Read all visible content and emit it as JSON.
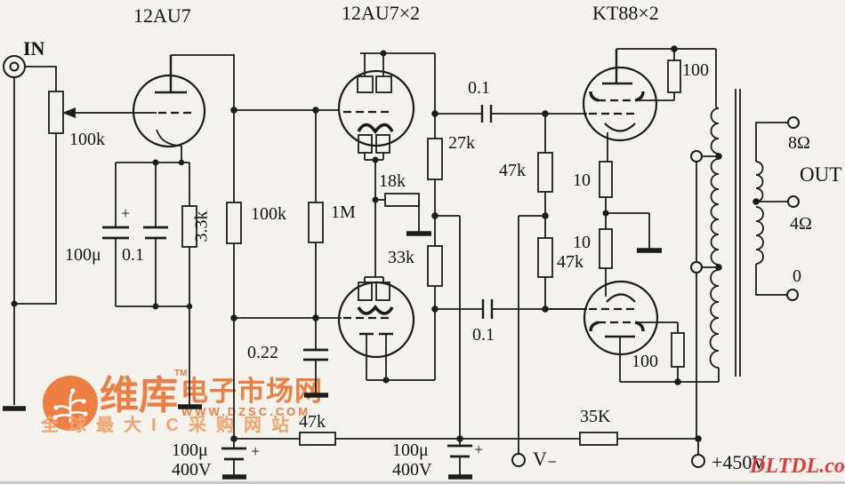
{
  "colors": {
    "background": "#f3f2ec",
    "line": "#1c1c1c",
    "watermark_orange": "#ee7e42",
    "watermark_light_orange": "#f2a36e",
    "watermark_red": "#e03b3b"
  },
  "labels": {
    "tube1": "12AU7",
    "tube2": "12AU7×2",
    "tube3": "KT88×2",
    "input": "IN",
    "output": "OUT",
    "pot": "100k",
    "cath_cap": "100μ",
    "cath_cap2": "0.1",
    "cath_res": "3.3k",
    "plate_res": "100k",
    "grid_res": "1M",
    "res_18k": "18k",
    "res_33k": "33k",
    "res_27k": "27k",
    "cap_01_top": "0.1",
    "cap_01_bot": "0.1",
    "res_47k_a": "47k",
    "res_47k_b": "47k",
    "res_10_a": "10",
    "res_10_b": "10",
    "res_100_a": "100",
    "res_100_b": "100",
    "cap_022": "0.22",
    "res_47k_rail": "47k",
    "res_35k": "35K",
    "filt1_uf": "100μ",
    "filt1_v": "400V",
    "filt2_uf": "100μ",
    "filt2_v": "400V",
    "plus_cath": "+",
    "plus_filt1": "+",
    "plus_filt2": "+",
    "vminus": "V₋",
    "vplus": "+450V",
    "tap_8ohm": "8Ω",
    "tap_4ohm": "4Ω",
    "tap_0": "0"
  },
  "watermark": {
    "brand": "维库",
    "brand_tm": "TM",
    "brand_suffix": "电子市场网",
    "site": "WWW.DZSC.COM",
    "slogan": "全球最大IC采购网站",
    "corner_site": "DLTDL.com",
    "logo_icon": "circuit-tree-icon"
  }
}
